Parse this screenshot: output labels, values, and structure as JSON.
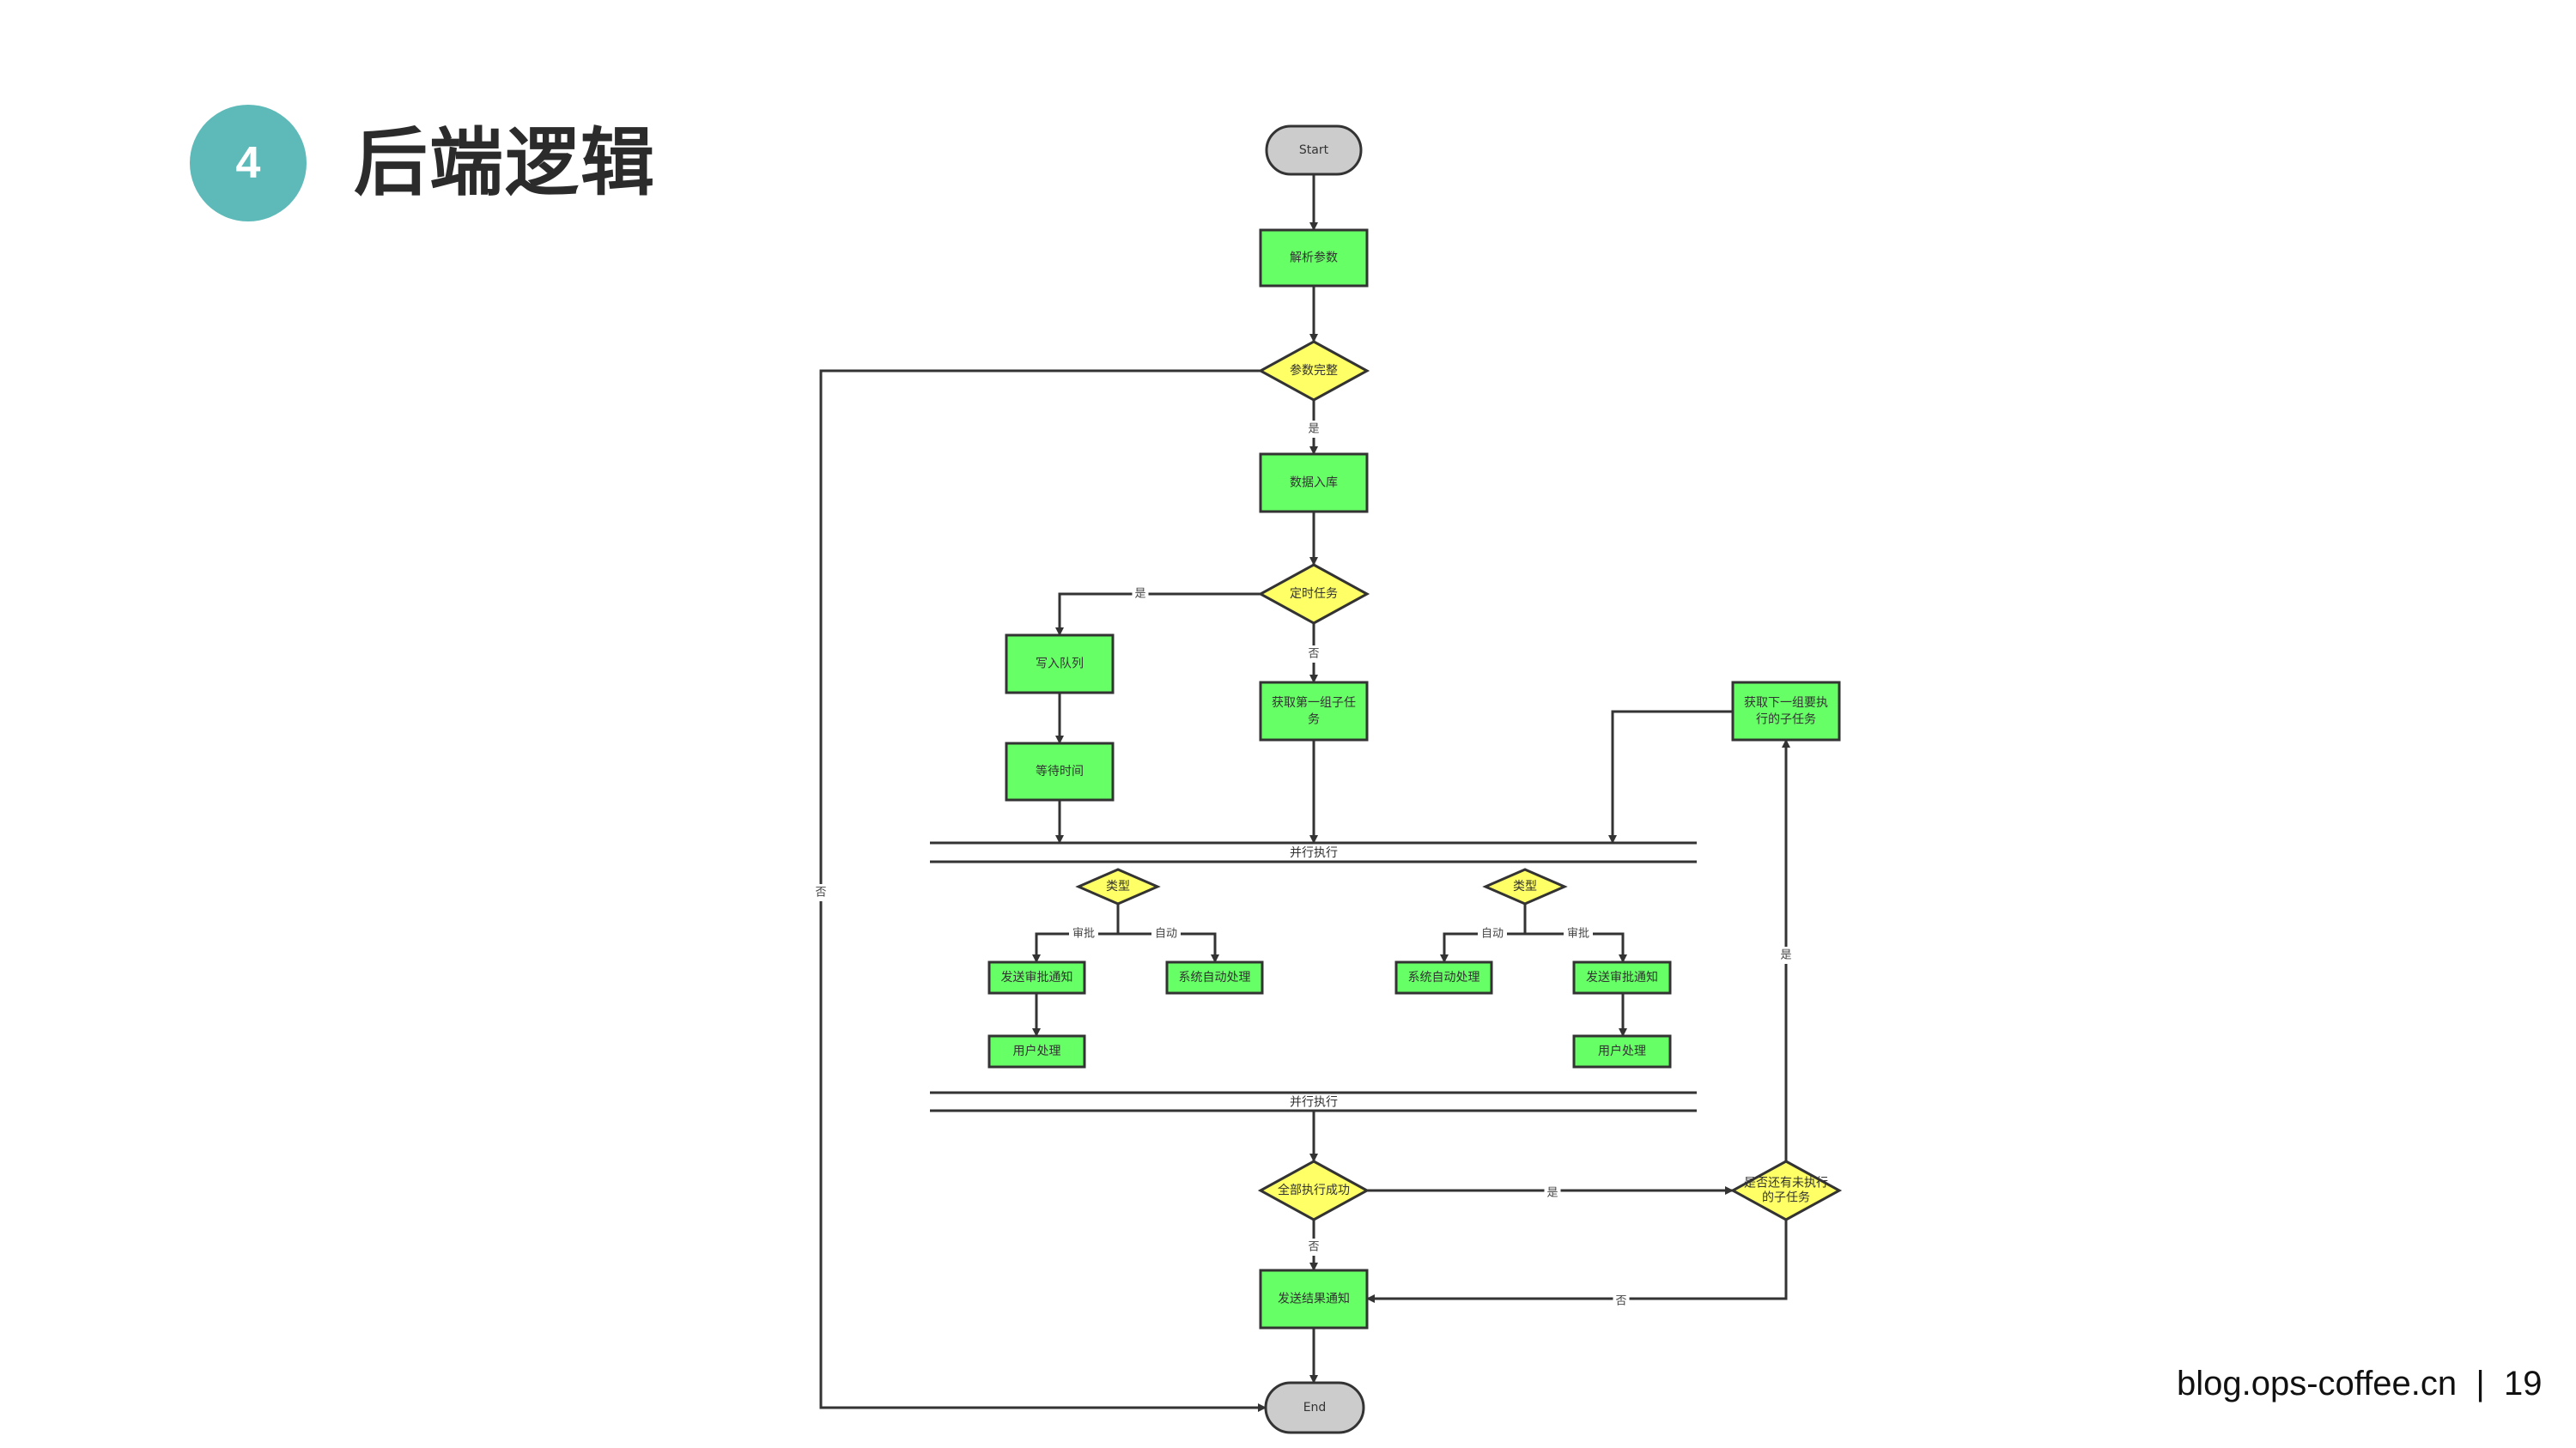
{
  "slide": {
    "section_number": "4",
    "title": "后端逻辑",
    "footer": "blog.ops-coffee.cn  |  19"
  },
  "colors": {
    "badge": "#5dbab9",
    "process_fill": "#66ff66",
    "decision_fill": "#ffff66",
    "terminal_fill": "#cccccc",
    "stroke": "#333333"
  },
  "flowchart": {
    "nodes": {
      "start": "Start",
      "parse_params": "解析参数",
      "params_complete": "参数完整",
      "save_db": "数据入库",
      "scheduled_task": "定时任务",
      "write_queue": "写入队列",
      "wait_time": "等待时间",
      "get_first_group": [
        "获取第一组子任",
        "务"
      ],
      "get_next_group": [
        "获取下一组要执",
        "行的子任务"
      ],
      "parallel_1": "并行执行",
      "type_left": "类型",
      "send_approval_left": "发送审批通知",
      "auto_process_left": "系统自动处理",
      "user_process_left": "用户处理",
      "type_right": "类型",
      "auto_process_right": "系统自动处理",
      "send_approval_right": "发送审批通知",
      "user_process_right": "用户处理",
      "parallel_2": "并行执行",
      "all_success": "全部执行成功",
      "has_pending": [
        "是否还有未执行",
        "的子任务"
      ],
      "send_result": "发送结果通知",
      "end": "End"
    },
    "edge_labels": {
      "yes": "是",
      "no": "否",
      "approval": "审批",
      "auto": "自动"
    }
  }
}
